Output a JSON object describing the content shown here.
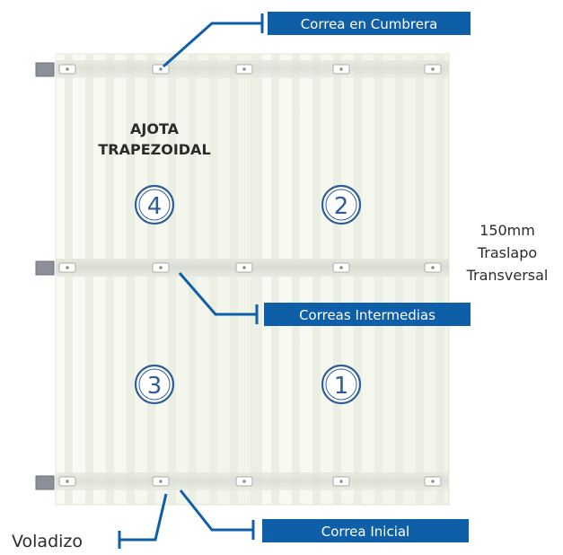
{
  "product_label": {
    "line1": "AJOTA",
    "line2": "TRAPEZOIDAL"
  },
  "callouts": {
    "ridge_purlin": "Correa en Cumbrera",
    "intermediate_purlins": "Correas Intermedias",
    "initial_purlin": "Correa Inicial",
    "overhang": "Voladizo"
  },
  "overlap_note": {
    "value": "150mm",
    "line2": "Traslapo",
    "line3": "Transversal"
  },
  "sheet_order": [
    {
      "id": "sheet-4",
      "label": "4"
    },
    {
      "id": "sheet-2",
      "label": "2"
    },
    {
      "id": "sheet-3",
      "label": "3"
    },
    {
      "id": "sheet-1",
      "label": "1"
    }
  ],
  "colors": {
    "callout_blue": "#0f5fa8",
    "circle_blue": "#2c5d99",
    "sheet_fill": "#f7f8f1",
    "rib_shade": "#e7ebdd",
    "purlin_band": "#dde1d7",
    "text_dark": "#2b2b2b"
  }
}
